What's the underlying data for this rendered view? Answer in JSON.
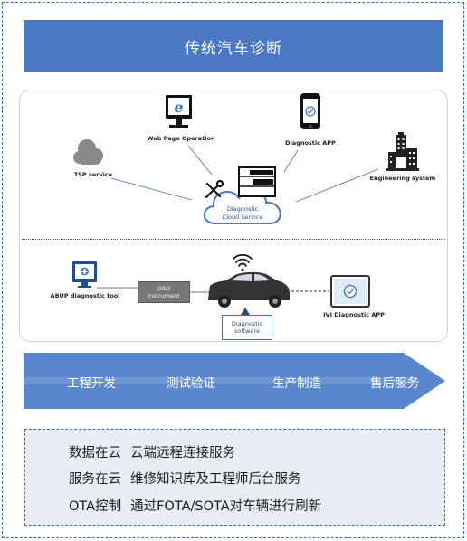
{
  "title": "传统汽车诊断",
  "diagram": {
    "web_page_operation": "Web Page Operation",
    "diagnostic_app": "Diagnostic APP",
    "tsp_service": "TSP service",
    "engineering_system": "Engineering system",
    "cloud_line1": "Diagnostic",
    "cloud_line2": "Cloud Service",
    "abup_tool": "ABUP diagnostic tool",
    "obd_line1": "OBD",
    "obd_line2": "instrument",
    "diag_sw_line1": "Diagnostic",
    "diag_sw_line2": "software",
    "ivi_app": "IVI Diagnostic APP"
  },
  "stages": [
    "工程开发",
    "测试验证",
    "生产制造",
    "售后服务"
  ],
  "info": [
    {
      "tag": "数据在云",
      "text": "云端远程连接服务"
    },
    {
      "tag": "服务在云",
      "text": "维修知识库及工程师后台服务"
    },
    {
      "tag": "OTA控制",
      "text": "通过FOTA/SOTA对车辆进行刷新"
    }
  ],
  "colors": {
    "accent": "#4a78c4",
    "arrow": "#5a86cc",
    "info_bg": "#e7ecf5"
  }
}
